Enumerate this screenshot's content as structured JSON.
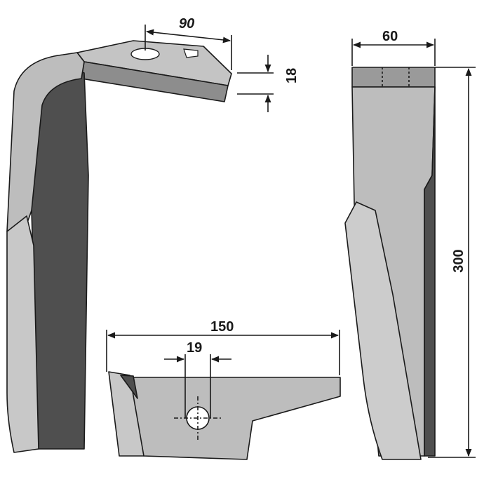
{
  "dimensions": {
    "top_hole_spacing": "90",
    "thickness": "18",
    "width": "60",
    "length": "300",
    "bottom_length": "150",
    "hole_diameter": "19"
  },
  "colors": {
    "light_face": "#bfbfbf",
    "mid_face": "#9a9a9a",
    "dark_face": "#4f4f4f",
    "outline": "#1a1a1a",
    "text": "#1a1a1a"
  }
}
